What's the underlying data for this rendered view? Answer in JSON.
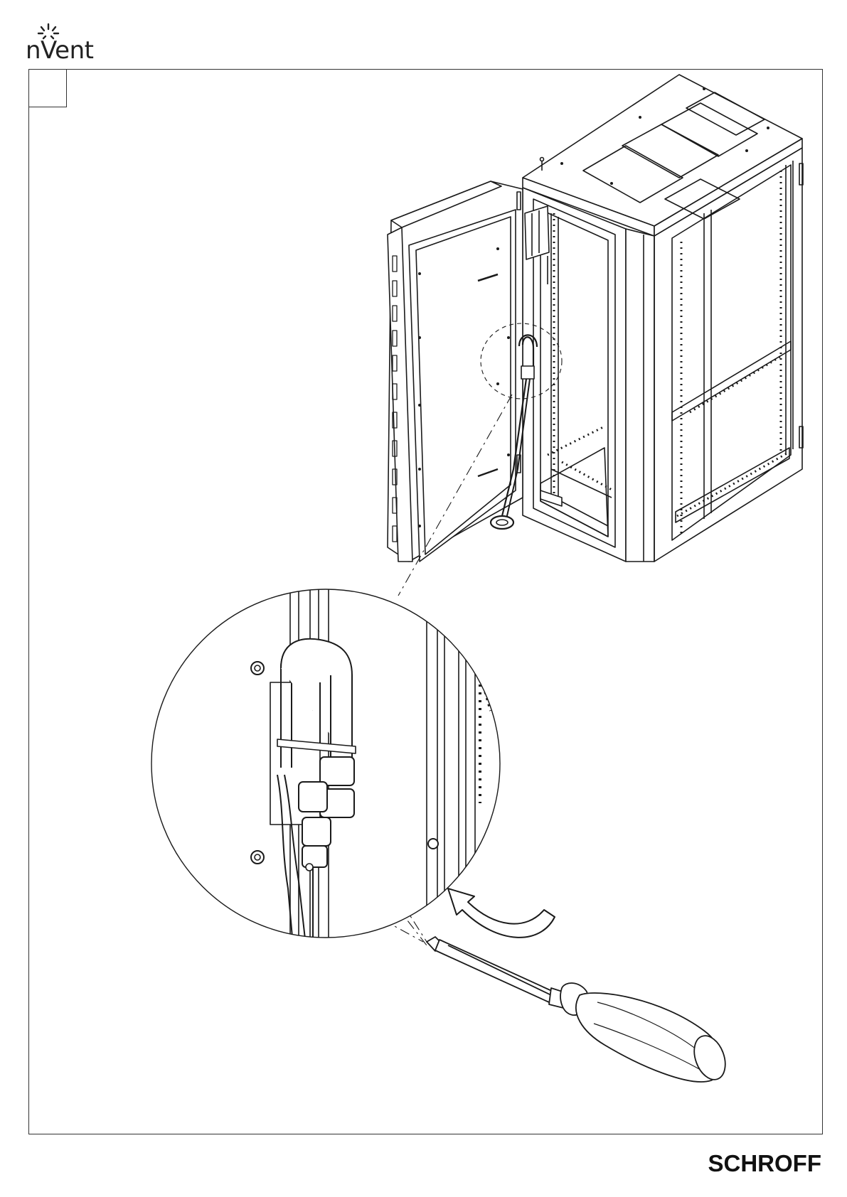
{
  "header": {
    "logo_text": "nVent",
    "step_number": ""
  },
  "footer": {
    "brand": "SCHROFF"
  },
  "illustration": {
    "subject": "cabinet-door-earthing-cable-removal",
    "icons": [
      "sparkle-logo-icon",
      "rotate-arrow-icon",
      "screwdriver-icon"
    ]
  },
  "colors": {
    "line": "#1a1a1a",
    "fill": "#ffffff",
    "accent": "#000000"
  }
}
